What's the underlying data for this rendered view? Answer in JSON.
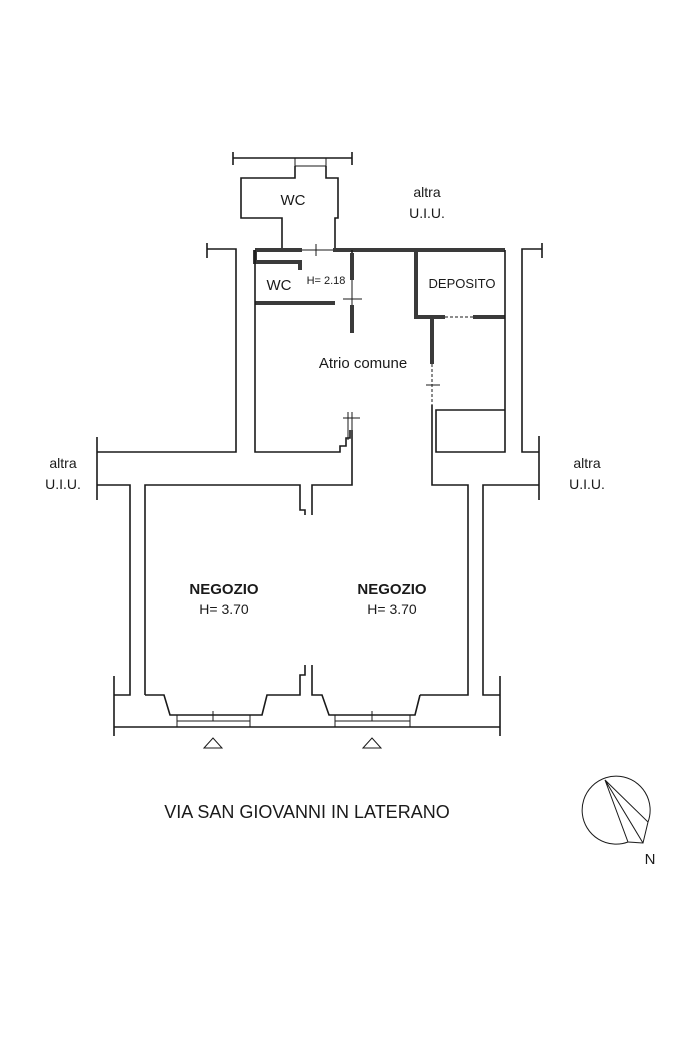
{
  "plan": {
    "rooms": {
      "wc_upper": "WC",
      "wc_lower": "WC",
      "wc_lower_height": "H= 2.18",
      "deposito": "DEPOSITO",
      "atrio": "Atrio comune",
      "negozio_left": "NEGOZIO",
      "negozio_left_height": "H= 3.70",
      "negozio_right": "NEGOZIO",
      "negozio_right_height": "H= 3.70"
    },
    "neighbors": {
      "top_line1": "altra",
      "top_line2": "U.I.U.",
      "left_line1": "altra",
      "left_line2": "U.I.U.",
      "right_line1": "altra",
      "right_line2": "U.I.U."
    },
    "street": "VIA SAN GIOVANNI IN LATERANO",
    "compass_label": "N"
  }
}
